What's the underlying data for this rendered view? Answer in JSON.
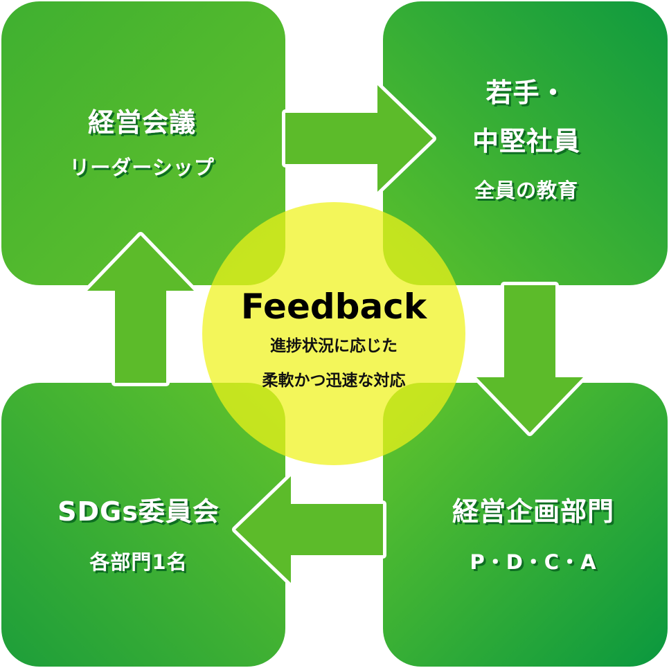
{
  "colors": {
    "box_light": "#6ac82c",
    "box_dark": "#0b9a3e",
    "arrow": "#5cbb2a",
    "center_circle": "#e9ef1f",
    "text_light": "#ffffff",
    "text_shadow": "#0a6e22",
    "text_dark": "#000000"
  },
  "boxes": {
    "top_left": {
      "title": "経営会議",
      "subtitle": "リーダーシップ"
    },
    "top_right": {
      "title_line1": "若手・",
      "title_line2": "中堅社員",
      "subtitle": "全員の教育"
    },
    "bottom_right": {
      "title": "経営企画部門",
      "subtitle": "P・D・C・A"
    },
    "bottom_left": {
      "title": "SDGs委員会",
      "subtitle": "各部門1名"
    }
  },
  "center": {
    "title": "Feedback",
    "line1": "進捗状況に応じた",
    "line2": "柔軟かつ迅速な対応"
  }
}
